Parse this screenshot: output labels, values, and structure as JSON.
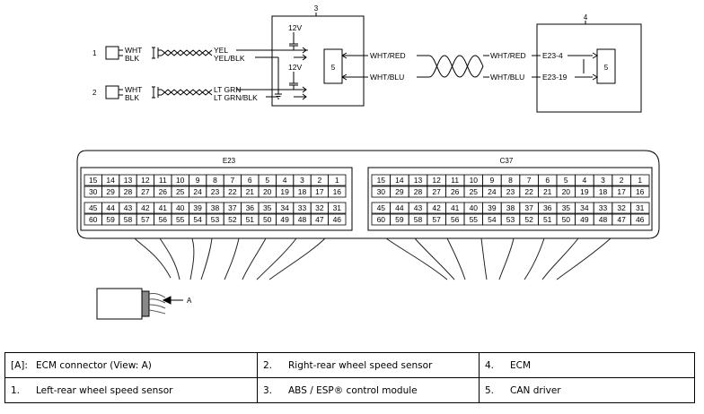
{
  "circuit": {
    "labels": {
      "sensor_left": "1",
      "sensor_right": "2",
      "abs_module": "3",
      "ecm": "4",
      "can_driver_abs": "5",
      "can_driver_ecm": "5",
      "supply_1": "12V",
      "supply_2": "12V"
    },
    "wires": {
      "left_wht": "WHT",
      "left_blk": "BLK",
      "left_yel": "YEL",
      "left_yel_blk": "YEL/BLK",
      "right_wht": "WHT",
      "right_blk": "BLK",
      "right_lt_grn": "LT GRN",
      "right_lt_grn_blk": "LT GRN/BLK",
      "can_wht_red_1": "WHT/RED",
      "can_wht_blu_1": "WHT/BLU",
      "can_wht_red_2": "WHT/RED",
      "can_wht_blu_2": "WHT/BLU"
    },
    "terminals": {
      "can_high": "E23-4",
      "can_low": "E23-19"
    }
  },
  "connectors": {
    "view_label": "A",
    "items": [
      {
        "name": "E23",
        "rows": [
          [
            "15",
            "14",
            "13",
            "12",
            "11",
            "10",
            "9",
            "8",
            "7",
            "6",
            "5",
            "4",
            "3",
            "2",
            "1"
          ],
          [
            "30",
            "29",
            "28",
            "27",
            "26",
            "25",
            "24",
            "23",
            "22",
            "21",
            "20",
            "19",
            "18",
            "17",
            "16"
          ],
          [
            "45",
            "44",
            "43",
            "42",
            "41",
            "40",
            "39",
            "38",
            "37",
            "36",
            "35",
            "34",
            "33",
            "32",
            "31"
          ],
          [
            "60",
            "59",
            "58",
            "57",
            "56",
            "55",
            "54",
            "53",
            "52",
            "51",
            "50",
            "49",
            "48",
            "47",
            "46"
          ]
        ]
      },
      {
        "name": "C37",
        "rows": [
          [
            "15",
            "14",
            "13",
            "12",
            "11",
            "10",
            "9",
            "8",
            "7",
            "6",
            "5",
            "4",
            "3",
            "2",
            "1"
          ],
          [
            "30",
            "29",
            "28",
            "27",
            "26",
            "25",
            "24",
            "23",
            "22",
            "21",
            "20",
            "19",
            "18",
            "17",
            "16"
          ],
          [
            "45",
            "44",
            "43",
            "42",
            "41",
            "40",
            "39",
            "38",
            "37",
            "36",
            "35",
            "34",
            "33",
            "32",
            "31"
          ],
          [
            "60",
            "59",
            "58",
            "57",
            "56",
            "55",
            "54",
            "53",
            "52",
            "51",
            "50",
            "49",
            "48",
            "47",
            "46"
          ]
        ]
      }
    ]
  },
  "legend": [
    [
      {
        "key": "[A]:",
        "text": "ECM connector (View: A)"
      },
      {
        "key": "2.",
        "text": "Right-rear wheel speed sensor"
      },
      {
        "key": "4.",
        "text": "ECM"
      }
    ],
    [
      {
        "key": "1.",
        "text": "Left-rear wheel speed sensor"
      },
      {
        "key": "3.",
        "text": "ABS / ESP® control module"
      },
      {
        "key": "5.",
        "text": "CAN driver"
      }
    ]
  ]
}
